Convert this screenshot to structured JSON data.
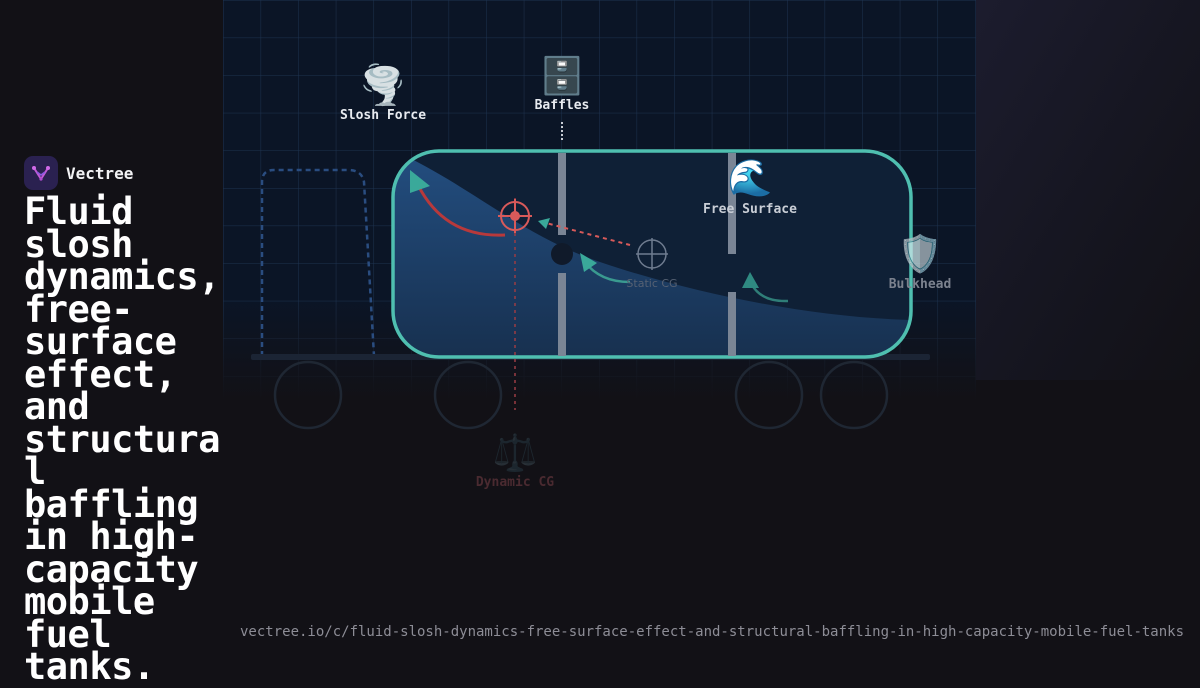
{
  "brand": {
    "name": "Vectree",
    "logo_icon": "vectree-logo-icon",
    "logo_color": "#c25ad6"
  },
  "headline": "Fluid slosh dynamics, free-surface effect, and structural baffling in high-capacity mobile fuel tanks.",
  "url": "vectree.io/c/fluid-slosh-dynamics-free-surface-effect-and-structural-baffling-in-high-capacity-mobile-fuel-tanks",
  "diagram": {
    "labels": {
      "slosh_force": "Slosh Force",
      "baffles": "Baffles",
      "free_surface": "Free Surface",
      "bulkhead": "Bulkhead",
      "static_cg": "Static CG",
      "dynamic_cg": "Dynamic CG"
    },
    "icons": {
      "slosh_force": "🌪️",
      "baffles": "🗄️",
      "free_surface": "🌊",
      "bulkhead": "🛡️",
      "dynamic_cg": "⚖️"
    },
    "colors": {
      "tank_outline": "#4fbfb0",
      "fluid": "#1f4a7a",
      "slosh_arrow": "#c0393b",
      "return_arrow": "#3aa99a",
      "dynamic_cg": "#d85a5a",
      "grid": "#1e3350",
      "background": "#0b1526"
    }
  }
}
